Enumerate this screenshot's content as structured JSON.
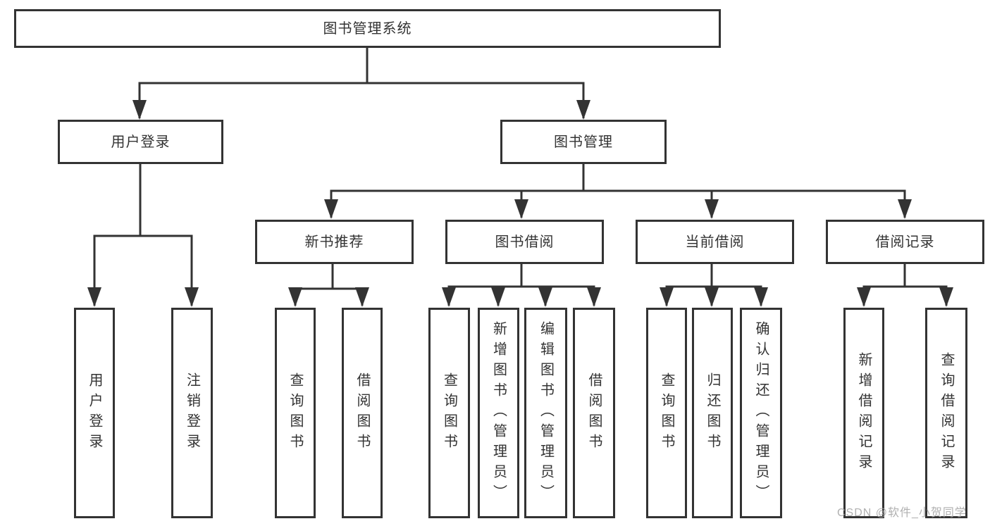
{
  "diagram": {
    "watermark": "CSDN @软件_小贺同学",
    "colors": {
      "line": "#333333",
      "text": "#333333",
      "box_background": "#ffffff",
      "watermark": "#a8a8a8"
    },
    "root": {
      "label": "图书管理系统",
      "children": [
        {
          "label": "用户登录",
          "children": [
            {
              "label": "用户登录"
            },
            {
              "label": "注销登录"
            }
          ]
        },
        {
          "label": "图书管理",
          "children": [
            {
              "label": "新书推荐",
              "children": [
                {
                  "label": "查询图书"
                },
                {
                  "label": "借阅图书"
                }
              ]
            },
            {
              "label": "图书借阅",
              "children": [
                {
                  "label": "查询图书"
                },
                {
                  "label": "新增图书（管理员）"
                },
                {
                  "label": "编辑图书（管理员）"
                },
                {
                  "label": "借阅图书"
                }
              ]
            },
            {
              "label": "当前借阅",
              "children": [
                {
                  "label": "查询图书"
                },
                {
                  "label": "归还图书"
                },
                {
                  "label": "确认归还（管理员）"
                }
              ]
            },
            {
              "label": "借阅记录",
              "children": [
                {
                  "label": "新增借阅记录"
                },
                {
                  "label": "查询借阅记录"
                }
              ]
            }
          ]
        }
      ]
    }
  }
}
